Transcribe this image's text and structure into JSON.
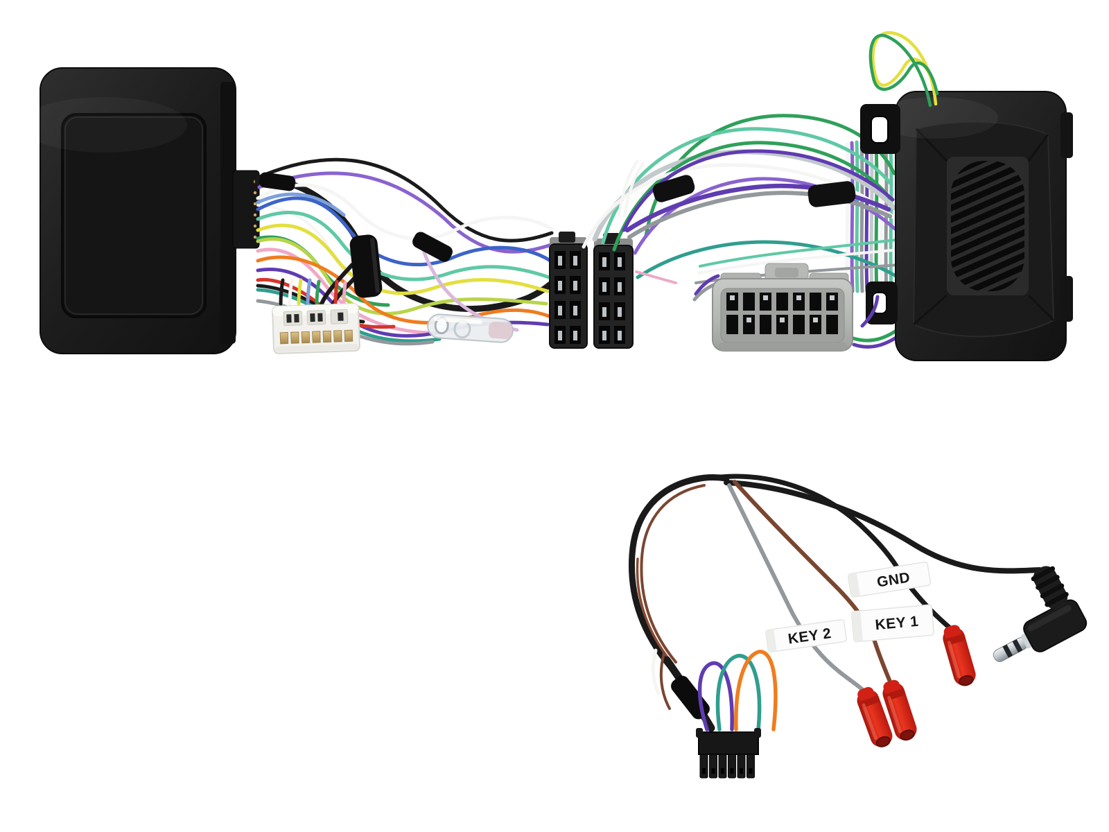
{
  "photo": {
    "type": "product-photo",
    "subject": "steering-wheel-control-interface-harness-kit",
    "background": "#ffffff"
  },
  "labels": {
    "gnd": "GND",
    "key1": "KEY 1",
    "key2": "KEY 2"
  },
  "components": [
    "interface-module-left",
    "interface-module-right-with-vent-grille",
    "white-16pin-connector",
    "clear-crimp-terminal",
    "iso-connector-left",
    "iso-connector-right",
    "vehicle-connector-grey",
    "twisted-yellow-green-loop",
    "patch-lead-12pin-connector",
    "key1-lead",
    "key2-lead",
    "gnd-lead",
    "red-bullet-terminals",
    "jack-3-5mm-right-angle"
  ],
  "palette": {
    "bg": "#ffffff",
    "plastic-dark": "#1e1e1e",
    "plastic-darker": "#111111",
    "connector-white": "#f2f1ed",
    "connector-grey": "#b8bbb7",
    "pin-gold": "#c9a96a",
    "pin-silver": "#bcc1c5",
    "wire-black": "#1a1a1a",
    "wire-white": "#f5f5f4",
    "wire-grey": "#93989c",
    "wire-silver": "#c3c9cc",
    "wire-blue": "#3c63c8",
    "wire-skyblue": "#7ba0dd",
    "wire-green": "#2fa05a",
    "wire-mint": "#5fc9a4",
    "wire-teal": "#2f9e8f",
    "wire-yellow": "#e3df3e",
    "wire-yellowgreen": "#b9d44a",
    "wire-pink": "#f0a8c6",
    "wire-lavender": "#d9b8dc",
    "wire-orange": "#f07c1e",
    "wire-red": "#d6352b",
    "wire-purple": "#5f3cb0",
    "wire-violet": "#8a63cf",
    "wire-brown": "#7a4631",
    "wire-maroon": "#8a4a32",
    "bullet-red": "#dc2715",
    "bullet-red-dark": "#9c150d",
    "label-paper": "#fcfcfc",
    "label-edge": "#e4e4e2",
    "label-text": "#161616",
    "metal": "#d7dbde",
    "metal-dark": "#889095"
  }
}
